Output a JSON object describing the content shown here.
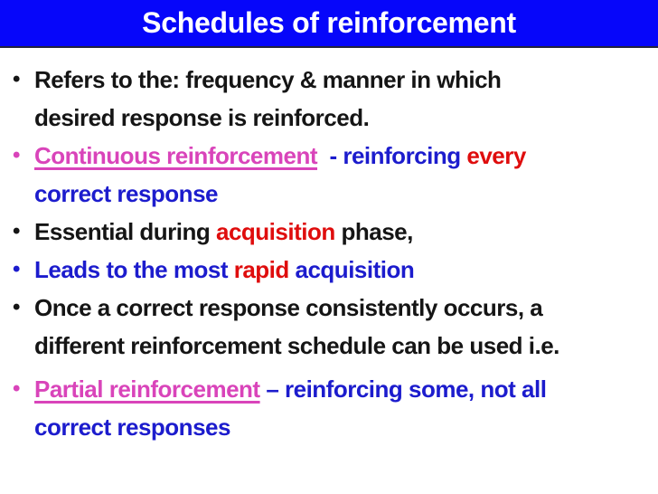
{
  "slide": {
    "title": "Schedules of reinforcement",
    "colors": {
      "title_bg": "#0606fa",
      "title_text": "#ffffff",
      "title_border": "#23233c",
      "black": "#151515",
      "blue": "#1c1ccd",
      "red": "#df0d0d",
      "pink": "#d944ba"
    },
    "bullets": [
      {
        "marker_color": "black",
        "segments": [
          {
            "text": "Refers to the: frequency & manner in which\ndesired response is reinforced.",
            "color": "black"
          }
        ]
      },
      {
        "marker_color": "pink",
        "segments": [
          {
            "text": "Continuous reinforcement",
            "color": "pink",
            "underline": true
          },
          {
            "text": "  - reinforcing ",
            "color": "blue"
          },
          {
            "text": "every",
            "color": "red"
          },
          {
            "text": "\ncorrect response",
            "color": "blue"
          }
        ]
      },
      {
        "marker_color": "black",
        "segments": [
          {
            "text": "Essential during ",
            "color": "black"
          },
          {
            "text": "acquisition",
            "color": "red"
          },
          {
            "text": " phase,",
            "color": "black"
          }
        ]
      },
      {
        "marker_color": "blue",
        "segments": [
          {
            "text": "Leads to the most ",
            "color": "blue"
          },
          {
            "text": "rapid",
            "color": "red"
          },
          {
            "text": " acquisition",
            "color": "blue"
          }
        ]
      },
      {
        "marker_color": "black",
        "segments": [
          {
            "text": "Once a correct response consistently occurs, a\ndifferent reinforcement schedule can be used i.e.",
            "color": "black"
          }
        ]
      },
      {
        "marker_color": "pink",
        "segments": [
          {
            "text": "Partial reinforcement",
            "color": "pink",
            "underline": true
          },
          {
            "text": " – reinforcing some, not all\ncorrect responses",
            "color": "blue"
          }
        ]
      }
    ]
  }
}
